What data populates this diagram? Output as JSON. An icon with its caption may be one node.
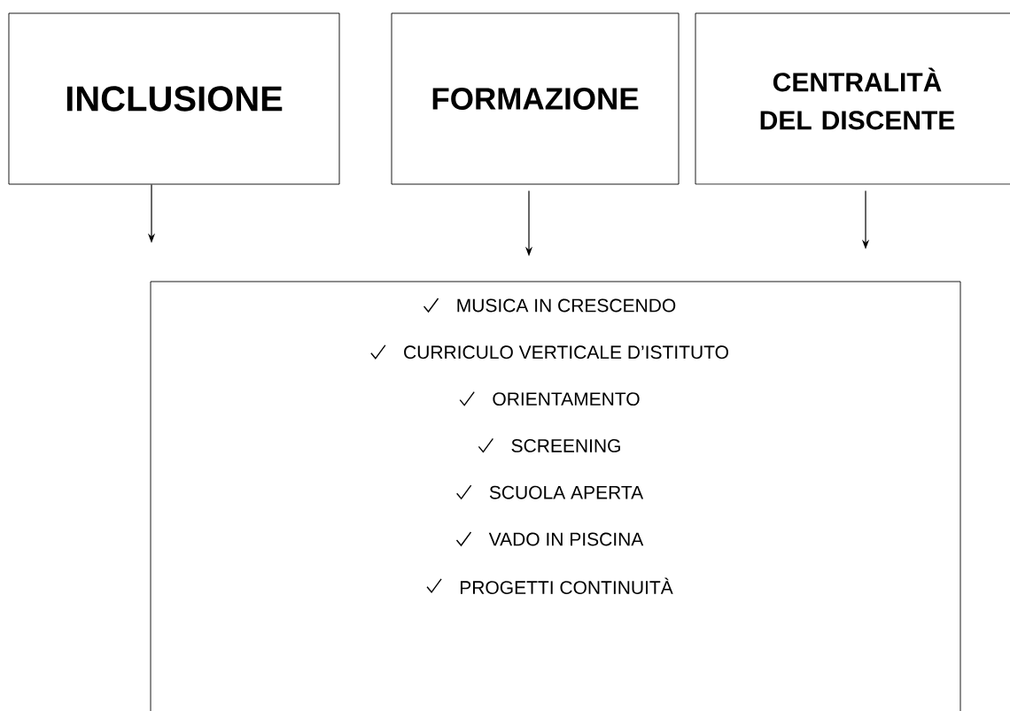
{
  "diagram": {
    "nodes": [
      {
        "text": [
          "INCLUSIONE"
        ]
      },
      {
        "text": [
          "FORMAZIONE"
        ]
      },
      {
        "text": [
          "CENTRALITÀ DEL DISCENTE"
        ]
      },
      {
        "text": [
          "MUSICA IN CRESCENDO",
          "CURRICULO VERTICALE D’ISTITUTO",
          "ORIENTAMENTO",
          "SCREENING",
          "SCUOLA APERTA",
          "VADO IN PISCINA",
          "PROGETTI CONTINUITÀ"
        ]
      }
    ],
    "edges": [
      {
        "from": 0,
        "to": 3,
        "arrow": "to"
      },
      {
        "from": 1,
        "to": 3,
        "arrow": "to"
      },
      {
        "from": 2,
        "to": 3,
        "arrow": "to"
      }
    ]
  }
}
